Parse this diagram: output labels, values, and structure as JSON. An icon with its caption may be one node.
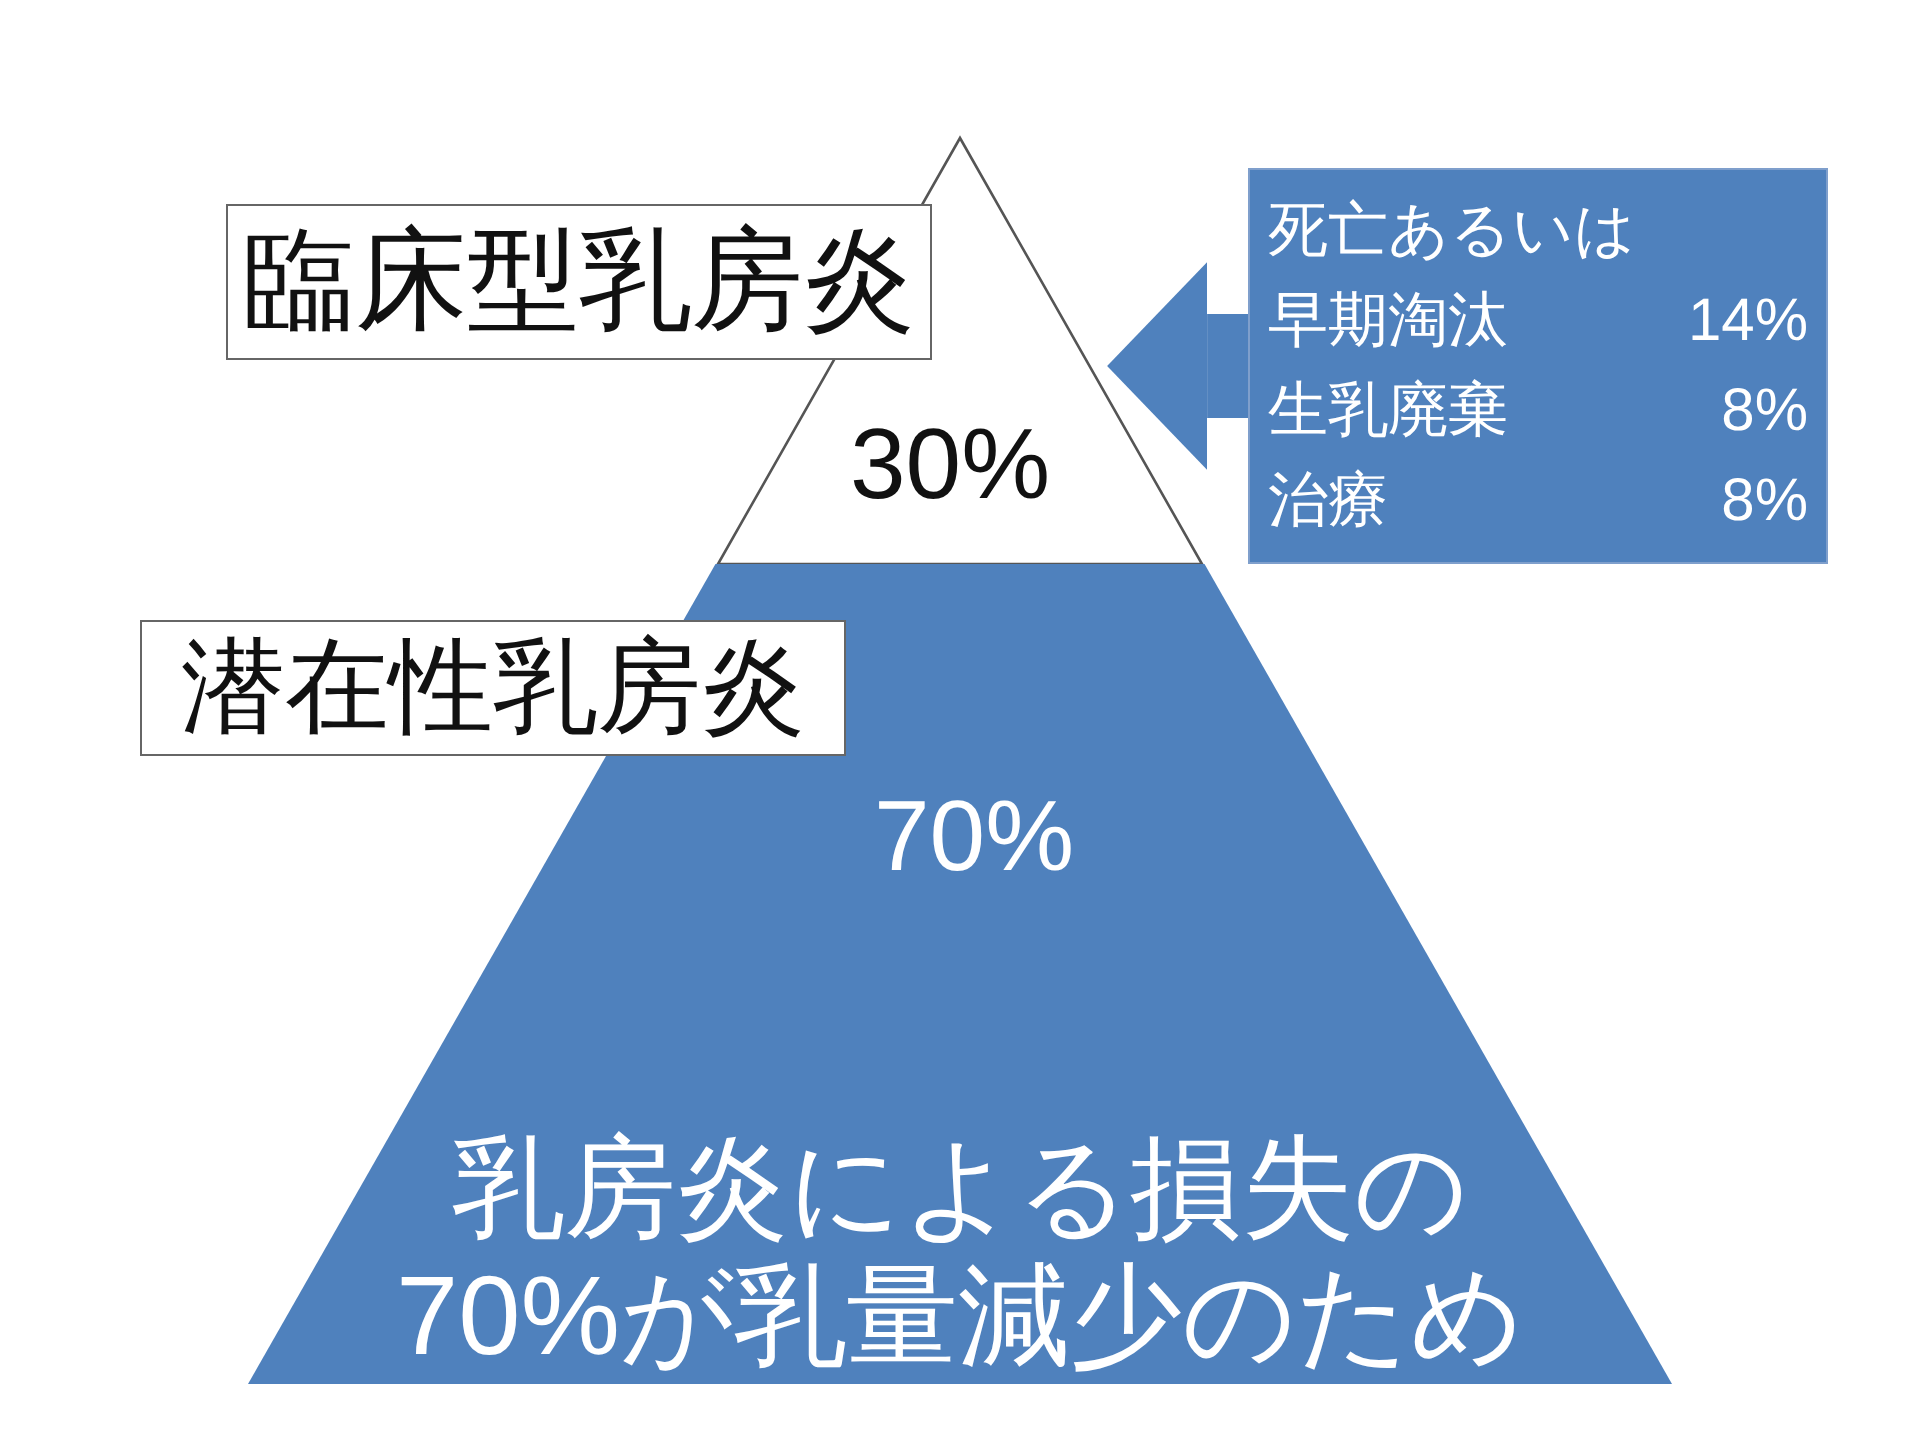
{
  "diagram": {
    "nodes": [
      {
        "text": [
          "臨床型乳房炎"
        ]
      },
      {
        "text": [
          "30%"
        ]
      },
      {
        "text": [
          "死亡あるいは早期淘汰",
          "14%",
          "生乳廃棄",
          "8%",
          "治療",
          "8%"
        ]
      },
      {
        "text": [
          "潜在性乳房炎"
        ]
      },
      {
        "text": [
          "70%",
          "乳房炎による損失の70%が乳量減少のため"
        ]
      }
    ],
    "edges": [
      {
        "from": 2,
        "to": 1,
        "arrow": "to"
      }
    ]
  }
}
